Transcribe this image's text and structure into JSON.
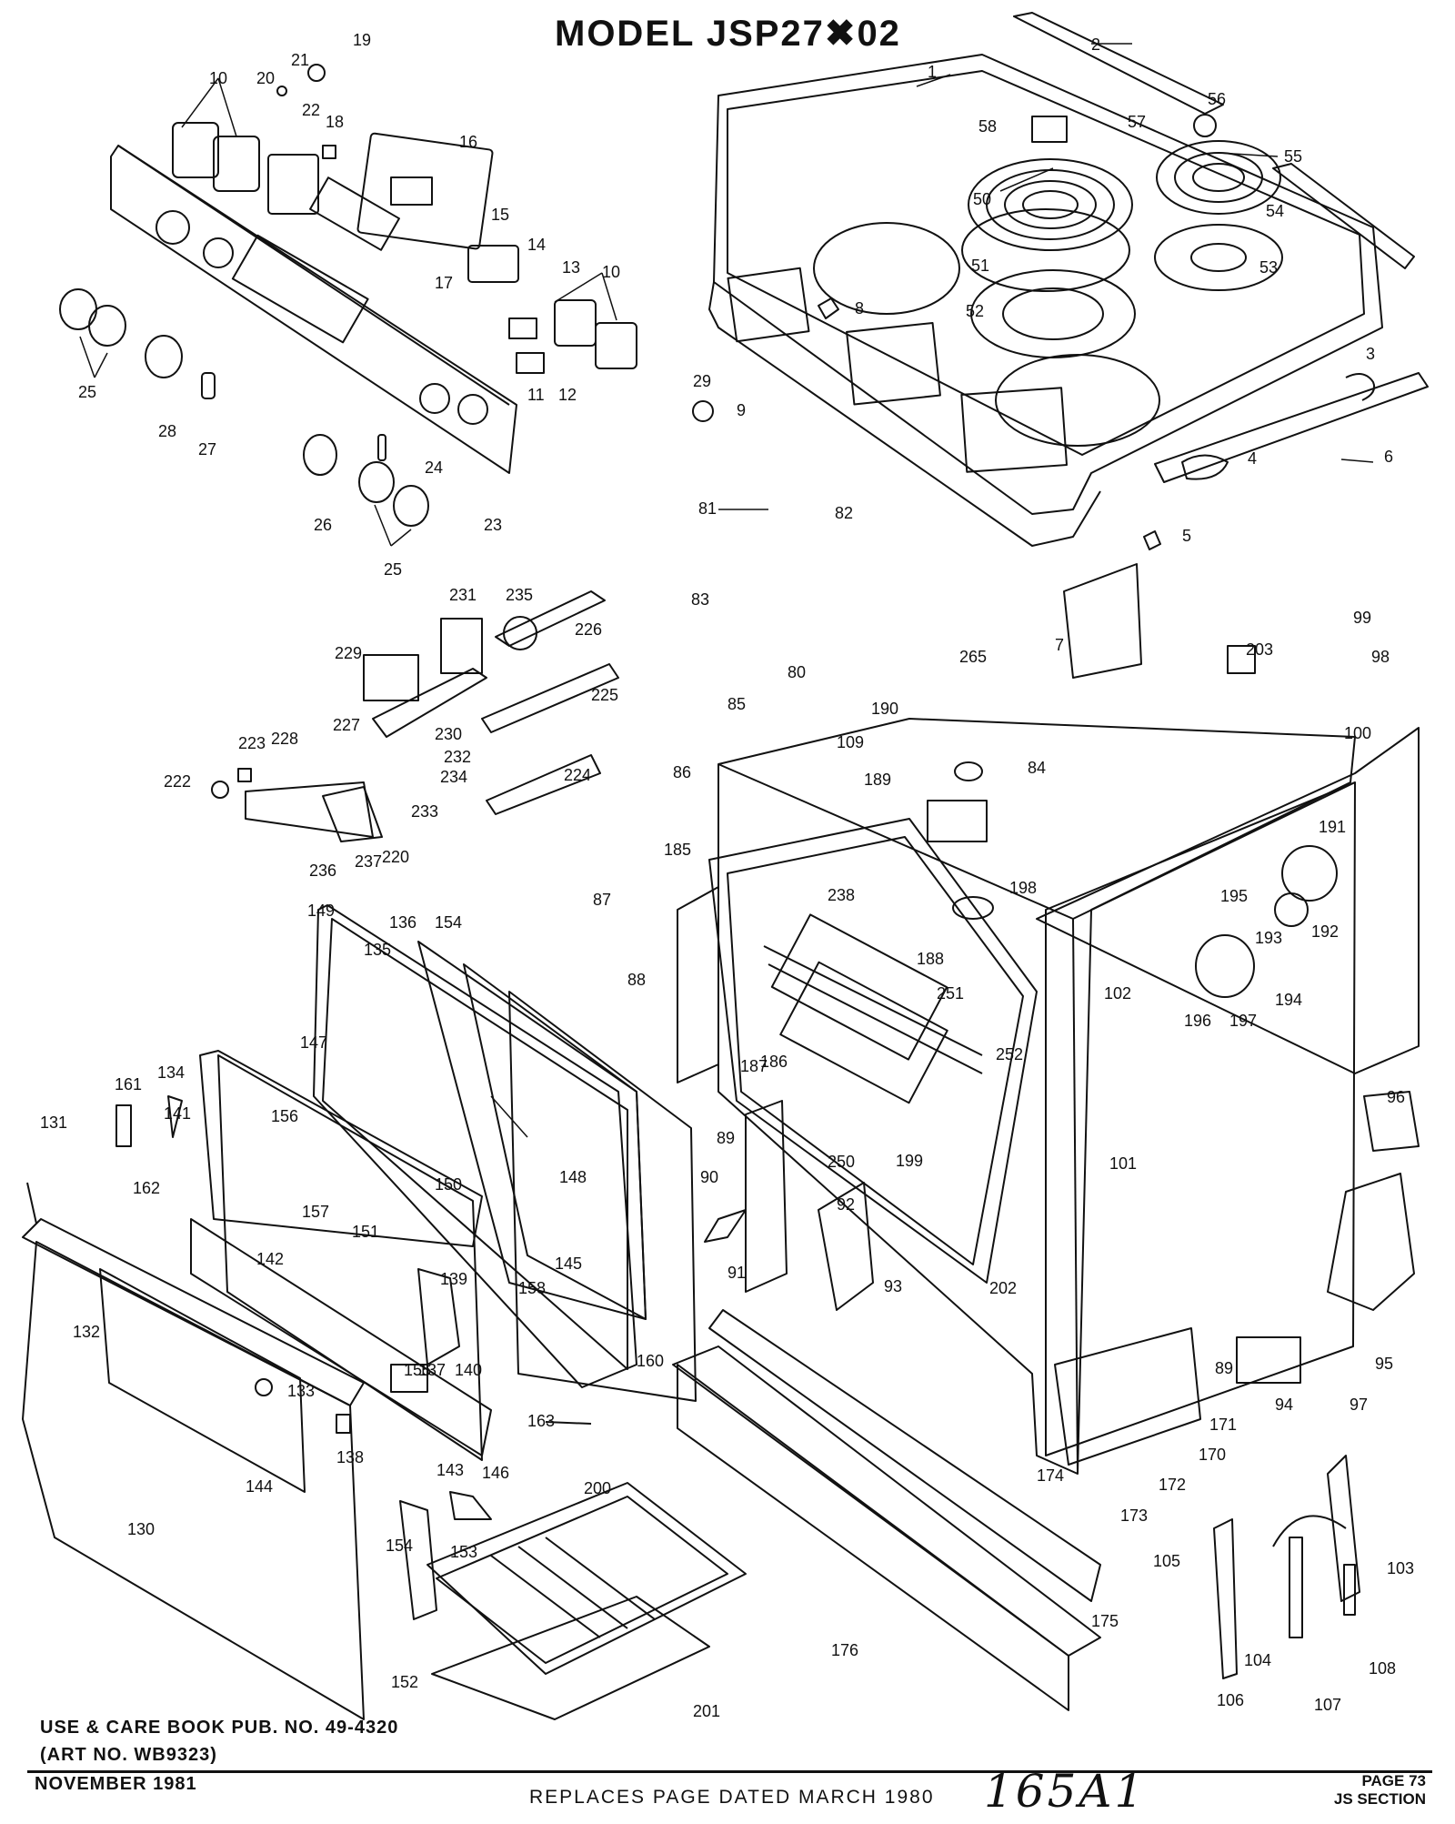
{
  "title": "MODEL JSP27✖02",
  "footer": {
    "use_care": "USE & CARE BOOK PUB. NO. 49-4320",
    "art_no": "(ART NO. WB9323)",
    "date": "NOVEMBER 1981",
    "replaces": "REPLACES PAGE DATED MARCH 1980",
    "handwritten": "165A1",
    "page": "PAGE 73",
    "section": "JS SECTION"
  },
  "callouts": [
    "1",
    "2",
    "3",
    "4",
    "5",
    "6",
    "7",
    "8",
    "9",
    "10",
    "10",
    "11",
    "12",
    "13",
    "14",
    "15",
    "16",
    "17",
    "18",
    "19",
    "20",
    "21",
    "22",
    "23",
    "24",
    "25",
    "25",
    "26",
    "27",
    "28",
    "29",
    "50",
    "51",
    "52",
    "53",
    "54",
    "55",
    "56",
    "57",
    "58",
    "80",
    "81",
    "82",
    "83",
    "84",
    "85",
    "86",
    "87",
    "88",
    "89",
    "89",
    "90",
    "91",
    "92",
    "93",
    "94",
    "95",
    "96",
    "97",
    "98",
    "99",
    "100",
    "101",
    "102",
    "103",
    "104",
    "105",
    "106",
    "107",
    "108",
    "109",
    "130",
    "131",
    "132",
    "133",
    "134",
    "135",
    "136",
    "137",
    "138",
    "139",
    "140",
    "141",
    "142",
    "143",
    "144",
    "145",
    "146",
    "147",
    "148",
    "149",
    "150",
    "151",
    "152",
    "153",
    "154",
    "154",
    "155",
    "156",
    "157",
    "158",
    "160",
    "161",
    "162",
    "163",
    "170",
    "171",
    "172",
    "173",
    "174",
    "175",
    "176",
    "185",
    "186",
    "187",
    "188",
    "189",
    "190",
    "191",
    "192",
    "193",
    "194",
    "195",
    "196",
    "197",
    "198",
    "199",
    "200",
    "201",
    "202",
    "203",
    "220",
    "222",
    "223",
    "224",
    "225",
    "226",
    "227",
    "228",
    "229",
    "230",
    "231",
    "232",
    "233",
    "234",
    "235",
    "236",
    "237",
    "238",
    "250",
    "251",
    "252",
    "265"
  ]
}
